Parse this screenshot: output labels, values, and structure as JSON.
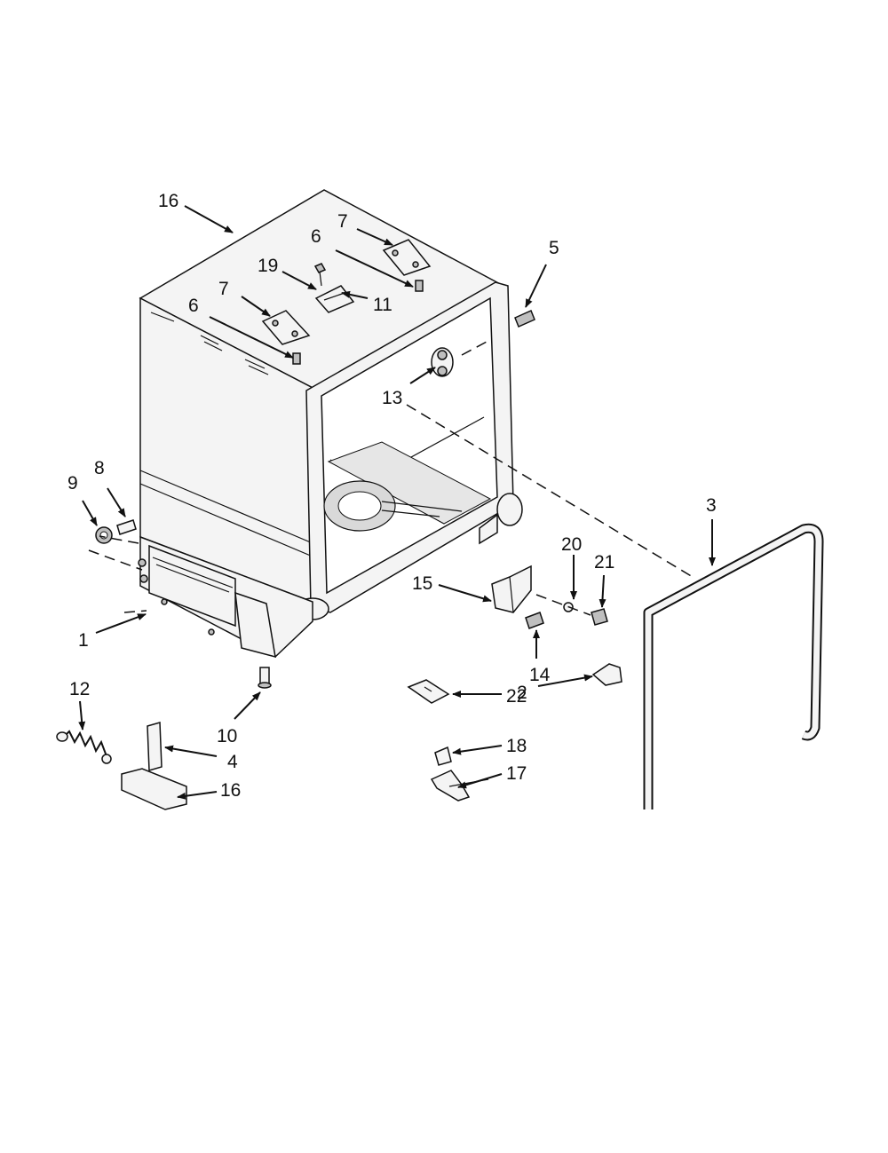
{
  "callouts": {
    "c16_top": "16",
    "c7_right": "7",
    "c6_right": "6",
    "c19": "19",
    "c11": "11",
    "c7_left": "7",
    "c6_left": "6",
    "c5": "5",
    "c13": "13",
    "c8": "8",
    "c9": "9",
    "c3": "3",
    "c20": "20",
    "c21": "21",
    "c15": "15",
    "c1": "1",
    "c14": "14",
    "c22": "22",
    "c2": "2",
    "c12": "12",
    "c10": "10",
    "c4": "4",
    "c16_bottom": "16",
    "c18": "18",
    "c17": "17"
  }
}
